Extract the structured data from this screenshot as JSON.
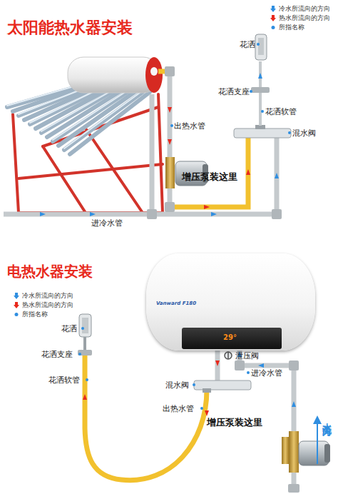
{
  "diagram": {
    "nodes": [
      {
        "text": [
          "太阳能热水器安装"
        ]
      },
      {
        "text": [
          "电热水器安装"
        ]
      },
      {
        "text": [
          "Vanward F180",
          "29°"
        ],
        "in": 1
      }
    ],
    "labels": [
      "花洒",
      "花洒支座",
      "花洒软管",
      "混水阀",
      "出热水管",
      "增压泵装这里",
      "进冷水管",
      "泄压阀",
      "进冷水管",
      "混水阀",
      "出热水管",
      "增压泵装这里",
      "花洒",
      "花洒支座",
      "花洒软管",
      "水流方向"
    ],
    "legend": [
      {
        "text": "冷水所流向的方向",
        "color": "#2f8ee0"
      },
      {
        "text": "热水所流向的方向",
        "color": "#e8291c"
      },
      {
        "text": "所指名称",
        "color": "#2f8ee0"
      },
      {
        "text": "冷水所流向的方向",
        "color": "#2f8ee0"
      },
      {
        "text": "热水所流向的方向",
        "color": "#e8291c"
      },
      {
        "text": "所指名称",
        "color": "#2f8ee0"
      }
    ]
  }
}
